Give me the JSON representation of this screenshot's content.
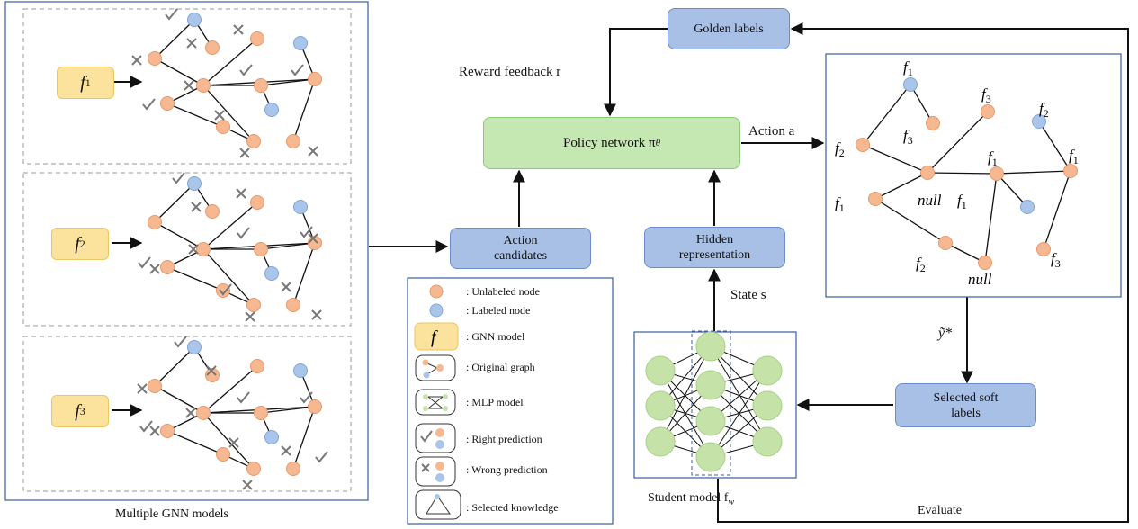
{
  "gnn_panel": {
    "caption": "Multiple GNN models",
    "models": [
      {
        "symbol": "f",
        "subscript": "1"
      },
      {
        "symbol": "f",
        "subscript": "2"
      },
      {
        "symbol": "f",
        "subscript": "3"
      }
    ]
  },
  "flow": {
    "golden_labels": "Golden labels",
    "reward_feedback": "Reward feedback r",
    "policy_network": "Policy network π",
    "policy_subscript": "θ",
    "action_label": "Action a",
    "action_candidates_line1": "Action",
    "action_candidates_line2": "candidates",
    "hidden_rep_line1": "Hidden",
    "hidden_rep_line2": "representation",
    "state_label": "State s",
    "ystar_label": "ỹ*",
    "selected_soft_line1": "Selected soft",
    "selected_soft_line2": "labels",
    "student_caption": "Student model f",
    "student_subscript": "w",
    "evaluate_label": "Evaluate"
  },
  "result_graph": {
    "labels": [
      "f1",
      "f3",
      "f3",
      "f2",
      "f2",
      "f1",
      "f1",
      "f1",
      "f1",
      "null",
      "f2",
      "null",
      "f3"
    ]
  },
  "legend": {
    "items": [
      {
        "icon": "unlabeled-node-icon",
        "text": ": Unlabeled node"
      },
      {
        "icon": "labeled-node-icon",
        "text": ": Labeled node"
      },
      {
        "icon": "gnn-model-icon",
        "text": ": GNN model",
        "symbol": "f"
      },
      {
        "icon": "original-graph-icon",
        "text": ": Original graph"
      },
      {
        "icon": "mlp-model-icon",
        "text": ": MLP model"
      },
      {
        "icon": "right-prediction-icon",
        "text": ": Right prediction"
      },
      {
        "icon": "wrong-prediction-icon",
        "text": ": Wrong prediction"
      },
      {
        "icon": "selected-knowledge-icon",
        "text": ": Selected knowledge"
      }
    ]
  },
  "colors": {
    "unlabeled_node": "#f6b891",
    "labeled_node": "#a9c6ea",
    "gnn_box": "#fbe29d",
    "policy_box": "#c5e8b2",
    "flow_box": "#a8c0e6",
    "student_node": "#c5e3a8"
  }
}
